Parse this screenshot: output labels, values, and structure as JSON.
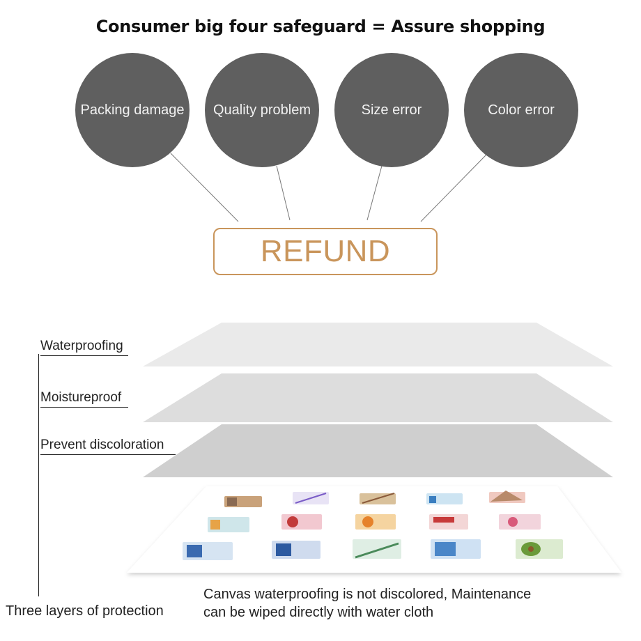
{
  "title": "Consumer big four safeguard = Assure shopping",
  "safeguards": [
    {
      "label": "Packing  damage"
    },
    {
      "label": "Quality  problem"
    },
    {
      "label": "Size  error"
    },
    {
      "label": "Color  error"
    }
  ],
  "refund": {
    "label": "REFUND"
  },
  "layers": [
    {
      "label": "Waterproofing"
    },
    {
      "label": "Moistureproof"
    },
    {
      "label": "Prevent  discoloration"
    }
  ],
  "protection_label": "Three layers of protection",
  "caption": {
    "line1": "Canvas  waterproofing  is  not  discolored,  Maintenance",
    "line2": "can  be  wiped  directly  with  water  cloth"
  },
  "colors": {
    "circle": "#5f5f5f",
    "accent": "#c9955b",
    "layer_top": "#eaeaea",
    "layer_mid": "#dddddd",
    "layer_low": "#cfcfcf"
  }
}
